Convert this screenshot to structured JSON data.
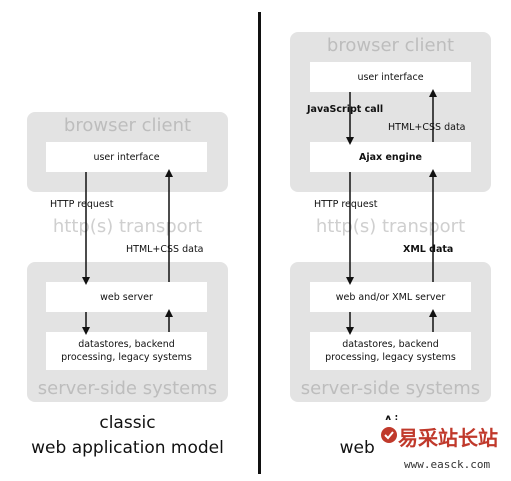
{
  "classic": {
    "browser_client": "browser client",
    "user_interface": "user interface",
    "http_request": "HTTP request",
    "transport": "http(s) transport",
    "html_css_data": "HTML+CSS data",
    "web_server": "web server",
    "datastores_line1": "datastores, backend",
    "datastores_line2": "processing, legacy systems",
    "server_side": "server-side systems",
    "caption_line1": "classic",
    "caption_line2": "web application model"
  },
  "ajax": {
    "browser_client": "browser client",
    "user_interface": "user interface",
    "javascript_call": "JavaScript call",
    "html_css_data": "HTML+CSS data",
    "ajax_engine": "Ajax engine",
    "http_request": "HTTP request",
    "transport": "http(s) transport",
    "xml_data": "XML data",
    "web_xml_server": "web and/or XML server",
    "datastores_line1": "datastores, backend",
    "datastores_line2": "processing, legacy systems",
    "server_side": "server-side systems",
    "caption_line1": "Aj",
    "caption_line2": "web applica"
  },
  "watermark": {
    "site_name": "易采站长站",
    "url": "www.easck.com"
  },
  "colors": {
    "zone_fill": "#e3e3e3",
    "zone_label": "#bdbdbd",
    "divider": "#111111",
    "watermark": "#c0392b"
  }
}
